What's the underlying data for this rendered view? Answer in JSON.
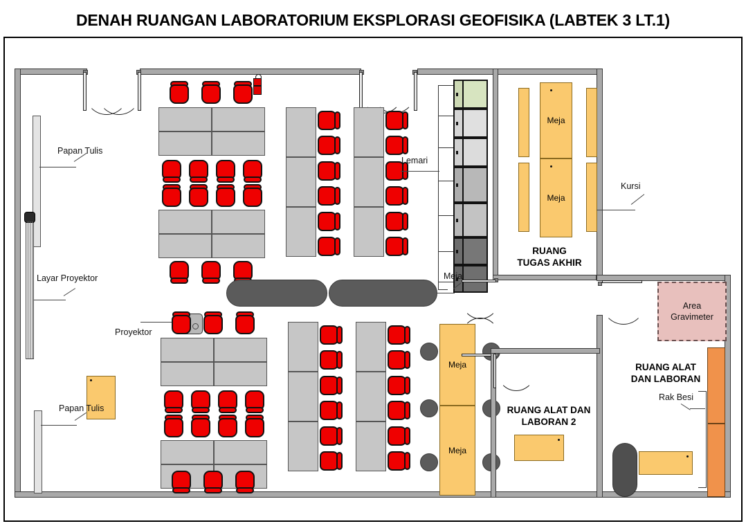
{
  "title": "DENAH RUANGAN LABORATORIUM EKSPLORASI GEOFISIKA (LABTEK 3 LT.1)",
  "rooms": [
    {
      "name": "ruang-tugas-akhir",
      "label": "RUANG\nTUGAS AKHIR"
    },
    {
      "name": "ruang-alat-dan-laboran-2",
      "label": "RUANG ALAT DAN\nLABORAN 2"
    },
    {
      "name": "ruang-alat-dan-laboran",
      "label": "RUANG ALAT\nDAN LABORAN"
    }
  ],
  "annotations": {
    "papan_tulis_top": "Papan Tulis",
    "papan_tulis_bottom": "Papan Tulis",
    "layar_proyektor": "Layar Proyektor",
    "proyektor": "Proyektor",
    "lemari": "Lemari",
    "meja_center": "Meja",
    "kursi": "Kursi",
    "rak_besi": "Rak Besi",
    "area_gravimeter": "Area\nGravimeter"
  },
  "furniture_labels": {
    "meja": "Meja"
  },
  "tugas_akhir_tables": [
    {
      "label": "Meja"
    },
    {
      "label": "Meja"
    }
  ],
  "laboran2_tables": [
    {
      "label": "Meja"
    },
    {
      "label": "Meja"
    }
  ],
  "colors": {
    "chair_red": "#EF0000",
    "table_gray": "#C6C6C6",
    "table_orange": "#FAC96E",
    "table_dark": "#5B5B5B",
    "wall_gray": "#A9A9A9",
    "rak_besi_orange": "#F0924B",
    "gravimeter_pink": "#E8C0BD",
    "cabinet_green": "#D7E4C0",
    "background": "#FFFFFF"
  },
  "counts": {
    "lemari_units": 7,
    "kursi_tugas_akhir": 4,
    "stools_laboran2": 6
  }
}
